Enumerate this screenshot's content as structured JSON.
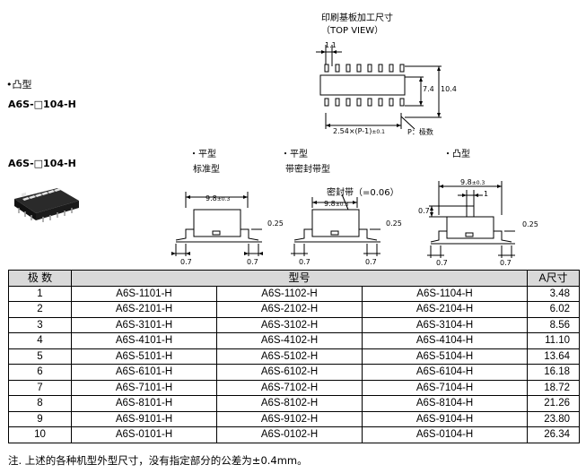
{
  "pcb_title": "印刷基板加工尺寸",
  "pcb_subtitle": "（TOP VIEW）",
  "dims": {
    "pitch_top": "1.1",
    "height_inner": "7.4",
    "height_outer": "10.4",
    "pitch_formula": "2.54×(P-1)",
    "pitch_tol": "±0.1",
    "poles_label": "P：极数",
    "width": "9.8",
    "width_tol": "±0.3",
    "thickness": "0.25",
    "lead": "0.7",
    "stem_w": "1",
    "stem_h": "0.7"
  },
  "left": {
    "bump_type": "•凸型",
    "model1": "A6S-□104-H",
    "model2": "A6S-□104-H"
  },
  "sections": {
    "flat_std_1": "・平型",
    "flat_std_2": "标准型",
    "flat_tape_1": "・平型",
    "flat_tape_2": "带密封带型",
    "bump": "・凸型",
    "seal_note": "密封带（=0.06）"
  },
  "table": {
    "headers": [
      "极 数",
      "型号",
      "A尺寸"
    ],
    "rows": [
      [
        "1",
        "A6S-1101-H",
        "A6S-1102-H",
        "A6S-1104-H",
        "3.48"
      ],
      [
        "2",
        "A6S-2101-H",
        "A6S-2102-H",
        "A6S-2104-H",
        "6.02"
      ],
      [
        "3",
        "A6S-3101-H",
        "A6S-3102-H",
        "A6S-3104-H",
        "8.56"
      ],
      [
        "4",
        "A6S-4101-H",
        "A6S-4102-H",
        "A6S-4104-H",
        "11.10"
      ],
      [
        "5",
        "A6S-5101-H",
        "A6S-5102-H",
        "A6S-5104-H",
        "13.64"
      ],
      [
        "6",
        "A6S-6101-H",
        "A6S-6102-H",
        "A6S-6104-H",
        "16.18"
      ],
      [
        "7",
        "A6S-7101-H",
        "A6S-7102-H",
        "A6S-7104-H",
        "18.72"
      ],
      [
        "8",
        "A6S-8101-H",
        "A6S-8102-H",
        "A6S-8104-H",
        "21.26"
      ],
      [
        "9",
        "A6S-9101-H",
        "A6S-9102-H",
        "A6S-9104-H",
        "23.80"
      ],
      [
        "10",
        "A6S-0101-H",
        "A6S-0102-H",
        "A6S-0104-H",
        "26.34"
      ]
    ]
  },
  "note": "注. 上述的各种机型外型尺寸，没有指定部分的公差为±0.4mm。"
}
